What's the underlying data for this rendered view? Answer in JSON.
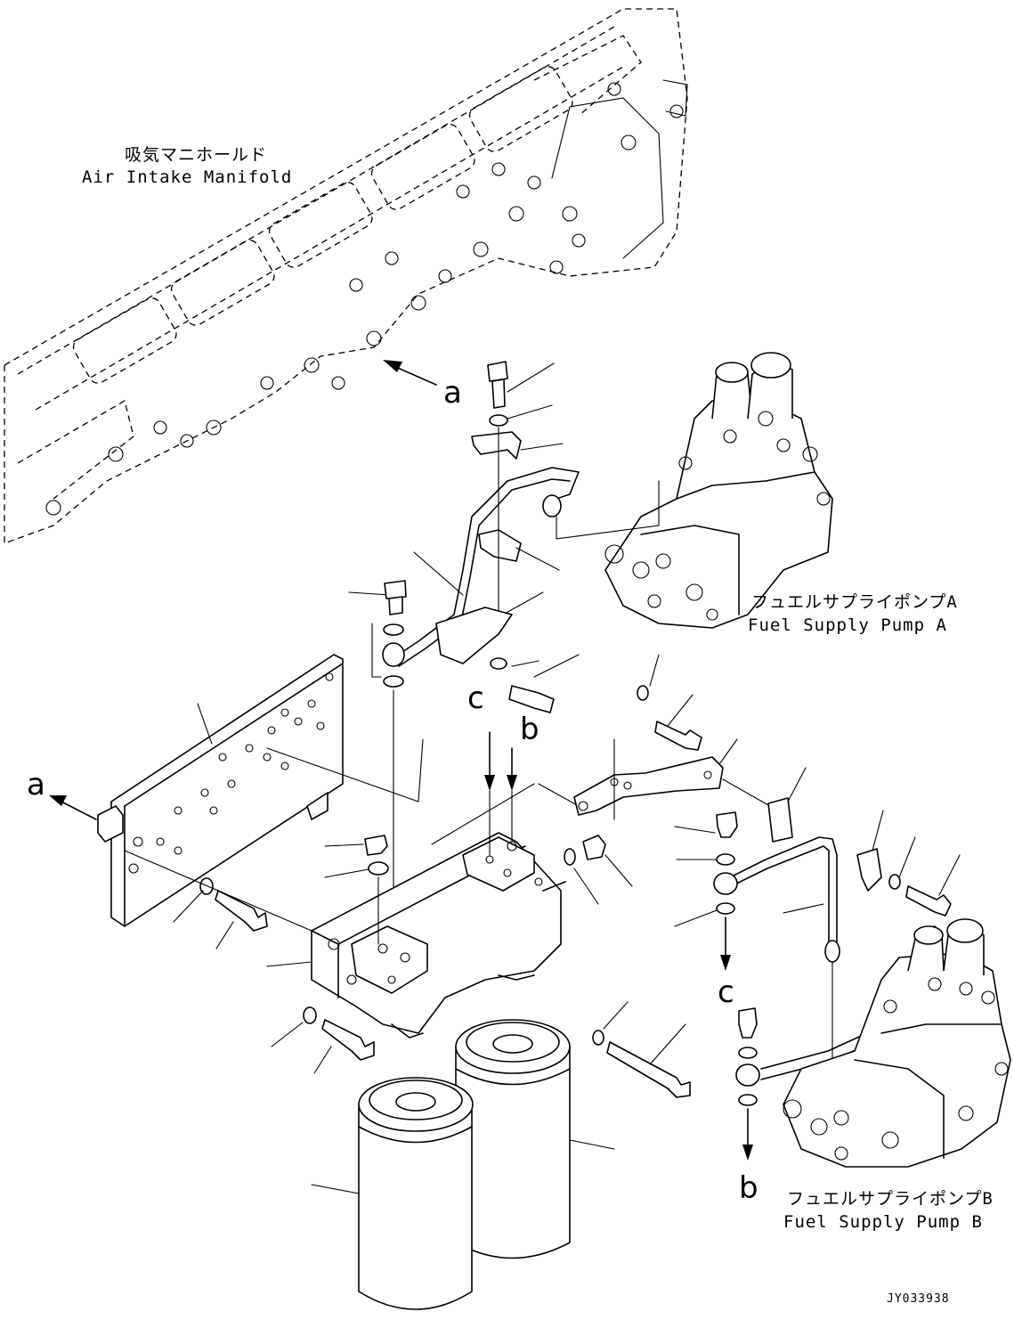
{
  "labels": {
    "air_intake_jp": "吸気マニホールド",
    "air_intake_en": "Air Intake Manifold",
    "pump_a_jp": "フュエルサプライポンプA",
    "pump_a_en": "Fuel Supply Pump A",
    "pump_b_jp": "フュエルサプライポンプB",
    "pump_b_en": "Fuel Supply Pump B",
    "drawing_code": "JY033938"
  },
  "references": {
    "a": "a",
    "b": "b",
    "c": "c"
  }
}
